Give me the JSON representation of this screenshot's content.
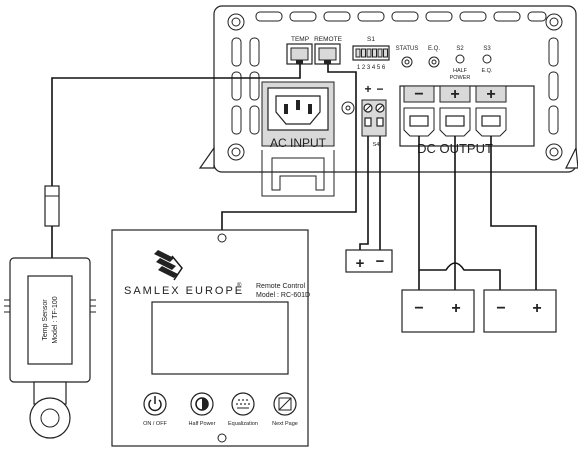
{
  "charger": {
    "ports": {
      "temp": "TEMP",
      "remote": "REMOTE",
      "s1": "S1",
      "s1_numbers": "1 2 3 4 5 6"
    },
    "indicators": {
      "status": "STATUS",
      "eq": "E.Q.",
      "s2": "S2",
      "s3": "S3",
      "half_power_1": "HALF",
      "half_power_2": "POWER",
      "eq2": "E.Q."
    },
    "terminals": {
      "minus": "−",
      "plus": "+"
    },
    "ac_input": "AC INPUT",
    "dc_output": "DC OUTPUT",
    "s4": "S4"
  },
  "remote": {
    "brand": "SAMLEX EUROPE",
    "brand_mark": "®",
    "title_1": "Remote Control",
    "title_2": "Model : RC-601D",
    "buttons": [
      {
        "label": "ON / OFF",
        "icon": "power-icon"
      },
      {
        "label": "Half Power",
        "icon": "half-circle-icon"
      },
      {
        "label": "Equalization",
        "icon": "equalization-icon"
      },
      {
        "label": "Next Page",
        "icon": "next-page-icon"
      }
    ]
  },
  "sensor": {
    "line_1": "Temp Sensor",
    "line_2": "Model : TF-100"
  },
  "aux_battery": {
    "plus": "+",
    "minus": "−"
  },
  "batteries": [
    {
      "minus": "−",
      "plus": "+"
    },
    {
      "minus": "−",
      "plus": "+"
    }
  ]
}
